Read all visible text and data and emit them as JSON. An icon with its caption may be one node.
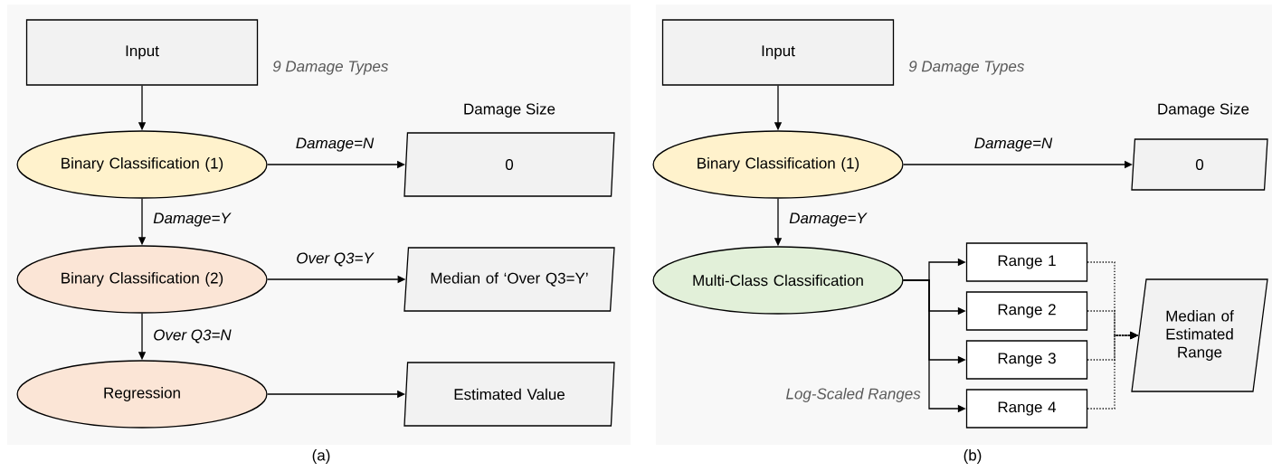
{
  "diagram": {
    "nodes": [
      {
        "text": [
          "Input"
        ]
      },
      {
        "text": [
          "Binary Classification (1)"
        ]
      },
      {
        "text": [
          "0"
        ]
      },
      {
        "text": [
          "Binary Classification (2)"
        ]
      },
      {
        "text": [
          "Median of ‘Over Q3=Y’"
        ]
      },
      {
        "text": [
          "Regression"
        ]
      },
      {
        "text": [
          "Estimated Value"
        ]
      },
      {
        "text": [
          "Input"
        ]
      },
      {
        "text": [
          "Binary Classification (1)"
        ]
      },
      {
        "text": [
          "0"
        ]
      },
      {
        "text": [
          "Multi-Class Classification"
        ]
      },
      {
        "text": [
          "Range 1"
        ]
      },
      {
        "text": [
          "Range 2"
        ]
      },
      {
        "text": [
          "Range 3"
        ]
      },
      {
        "text": [
          "Range 4"
        ]
      },
      {
        "text": [
          "Median of Estimated Range"
        ]
      }
    ],
    "edges": [
      {
        "from": 0,
        "to": 1,
        "arrow": "to"
      },
      {
        "from": 1,
        "to": 2,
        "arrow": "to",
        "label": "Damage=N"
      },
      {
        "from": 1,
        "to": 3,
        "arrow": "to",
        "label": "Damage=Y"
      },
      {
        "from": 3,
        "to": 4,
        "arrow": "to",
        "label": "Over Q3=Y"
      },
      {
        "from": 3,
        "to": 5,
        "arrow": "to",
        "label": "Over Q3=N"
      },
      {
        "from": 5,
        "to": 6,
        "arrow": "to"
      },
      {
        "from": 7,
        "to": 8,
        "arrow": "to"
      },
      {
        "from": 8,
        "to": 9,
        "arrow": "to",
        "label": "Damage=N"
      },
      {
        "from": 8,
        "to": 10,
        "arrow": "to",
        "label": "Damage=Y"
      },
      {
        "from": 10,
        "to": 11,
        "arrow": "to"
      },
      {
        "from": 10,
        "to": 12,
        "arrow": "to"
      },
      {
        "from": 10,
        "to": 13,
        "arrow": "to"
      },
      {
        "from": 10,
        "to": 14,
        "arrow": "to"
      },
      {
        "from": 11,
        "to": 15,
        "arrow": "to",
        "style": "dashed"
      },
      {
        "from": 12,
        "to": 15,
        "arrow": "to",
        "style": "dashed"
      },
      {
        "from": 13,
        "to": 15,
        "arrow": "to",
        "style": "dashed"
      },
      {
        "from": 14,
        "to": 15,
        "arrow": "to",
        "style": "dashed"
      }
    ],
    "labels": [
      "9 Damage Types",
      "Damage Size",
      "(a)",
      "9 Damage Types",
      "Damage Size",
      "Log-Scaled Ranges",
      "(b)"
    ]
  }
}
